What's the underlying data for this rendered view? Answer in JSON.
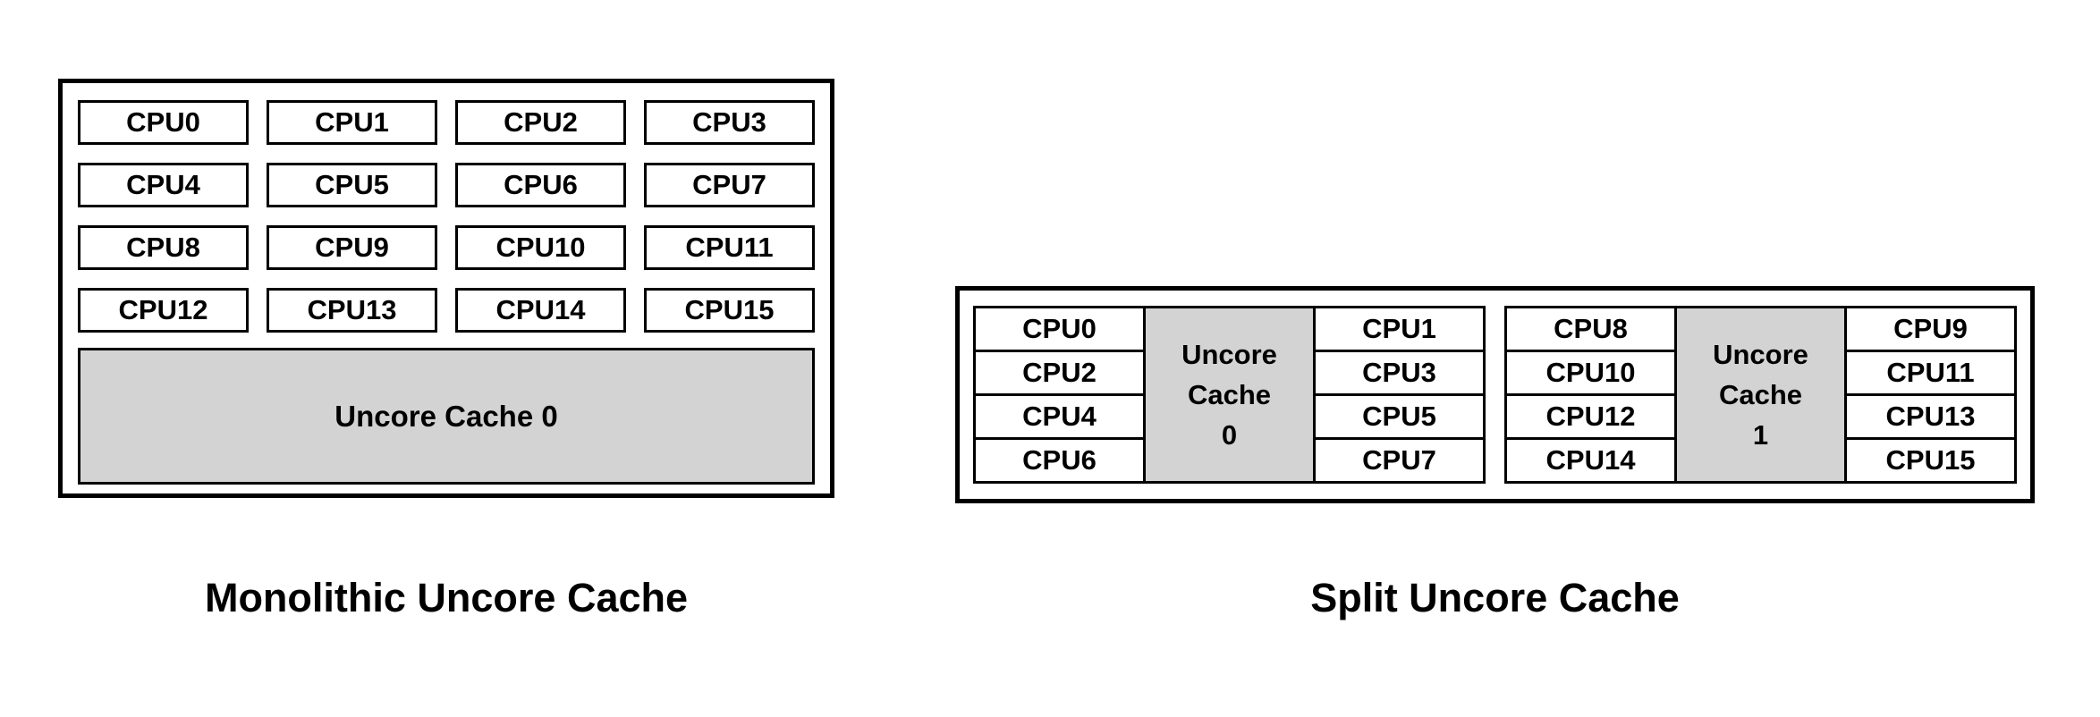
{
  "colors": {
    "background": "#ffffff",
    "border": "#000000",
    "text": "#000000",
    "cache_fill": "#d3d3d3"
  },
  "monolithic": {
    "caption": "Monolithic Uncore Cache",
    "cache_label": "Uncore Cache 0",
    "cpus": [
      "CPU0",
      "CPU1",
      "CPU2",
      "CPU3",
      "CPU4",
      "CPU5",
      "CPU6",
      "CPU7",
      "CPU8",
      "CPU9",
      "CPU10",
      "CPU11",
      "CPU12",
      "CPU13",
      "CPU14",
      "CPU15"
    ]
  },
  "split": {
    "caption": "Split Uncore Cache",
    "groups": [
      {
        "left_cpus": [
          "CPU0",
          "CPU2",
          "CPU4",
          "CPU6"
        ],
        "cache_label_lines": [
          "Uncore",
          "Cache",
          "0"
        ],
        "right_cpus": [
          "CPU1",
          "CPU3",
          "CPU5",
          "CPU7"
        ]
      },
      {
        "left_cpus": [
          "CPU8",
          "CPU10",
          "CPU12",
          "CPU14"
        ],
        "cache_label_lines": [
          "Uncore",
          "Cache",
          "1"
        ],
        "right_cpus": [
          "CPU9",
          "CPU11",
          "CPU13",
          "CPU15"
        ]
      }
    ]
  }
}
